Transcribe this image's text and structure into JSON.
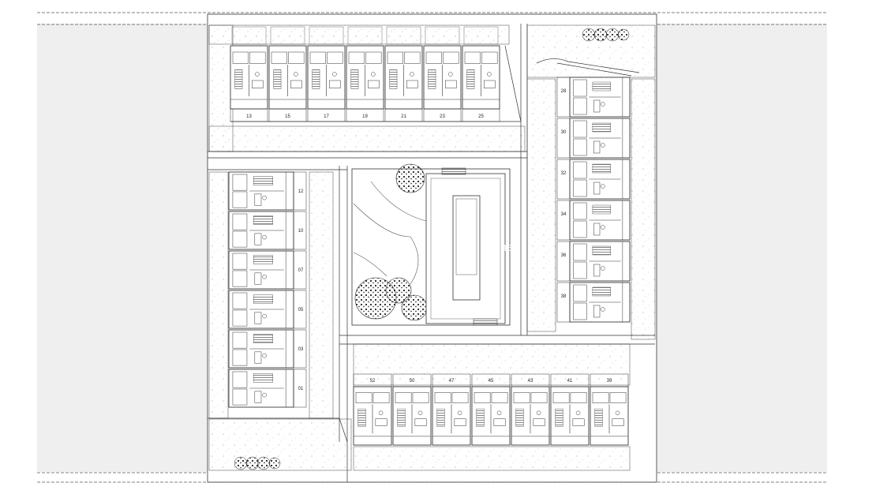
{
  "plan": {
    "watermark": "rhone",
    "top_row_units": [
      "13",
      "15",
      "17",
      "19",
      "21",
      "23",
      "25"
    ],
    "left_column_units": [
      "12",
      "10",
      "07",
      "05",
      "03",
      "01"
    ],
    "right_column_units": [
      "28",
      "30",
      "32",
      "34",
      "36",
      "38"
    ],
    "bottom_row_units": [
      "52",
      "50",
      "47",
      "45",
      "43",
      "41",
      "39"
    ]
  },
  "colors": {
    "background": "#ffffff",
    "side_panel": "#efefef",
    "line": "#333333",
    "hatch": "#999999"
  }
}
